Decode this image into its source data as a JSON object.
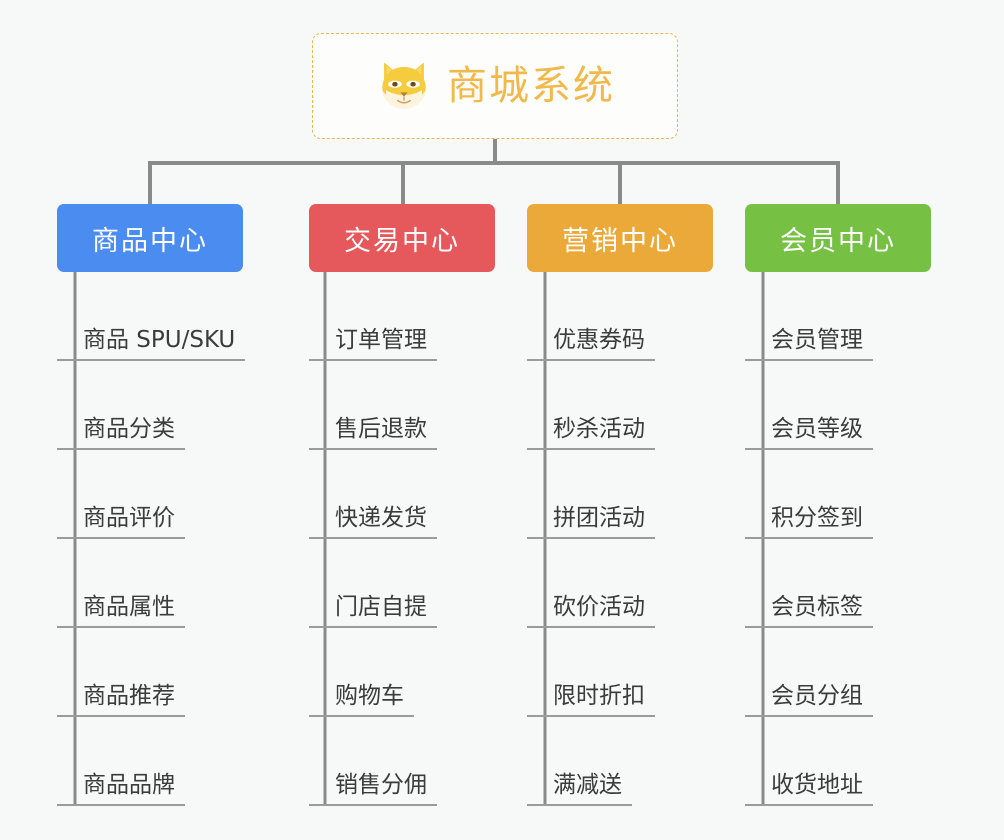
{
  "root": {
    "label": "商城系统",
    "icon": "shiba-dog-face-icon",
    "border_color": "#e8b84b",
    "text_color": "#f0b94a",
    "background": "#fdfdfc"
  },
  "canvas": {
    "background": "#f7f8f8",
    "connector_color": "#8a8a8a",
    "leaf_underline_color": "#9b9b9b"
  },
  "branches": [
    {
      "label": "商品中心",
      "color": "#4a8cf0",
      "items": [
        "商品 SPU/SKU",
        "商品分类",
        "商品评价",
        "商品属性",
        "商品推荐",
        "商品品牌"
      ]
    },
    {
      "label": "交易中心",
      "color": "#e5595c",
      "items": [
        "订单管理",
        "售后退款",
        "快递发货",
        "门店自提",
        "购物车",
        "销售分佣"
      ]
    },
    {
      "label": "营销中心",
      "color": "#eaa938",
      "items": [
        "优惠券码",
        "秒杀活动",
        "拼团活动",
        "砍价活动",
        "限时折扣",
        "满减送"
      ]
    },
    {
      "label": "会员中心",
      "color": "#76c043",
      "items": [
        "会员管理",
        "会员等级",
        "积分签到",
        "会员标签",
        "会员分组",
        "收货地址"
      ]
    }
  ]
}
